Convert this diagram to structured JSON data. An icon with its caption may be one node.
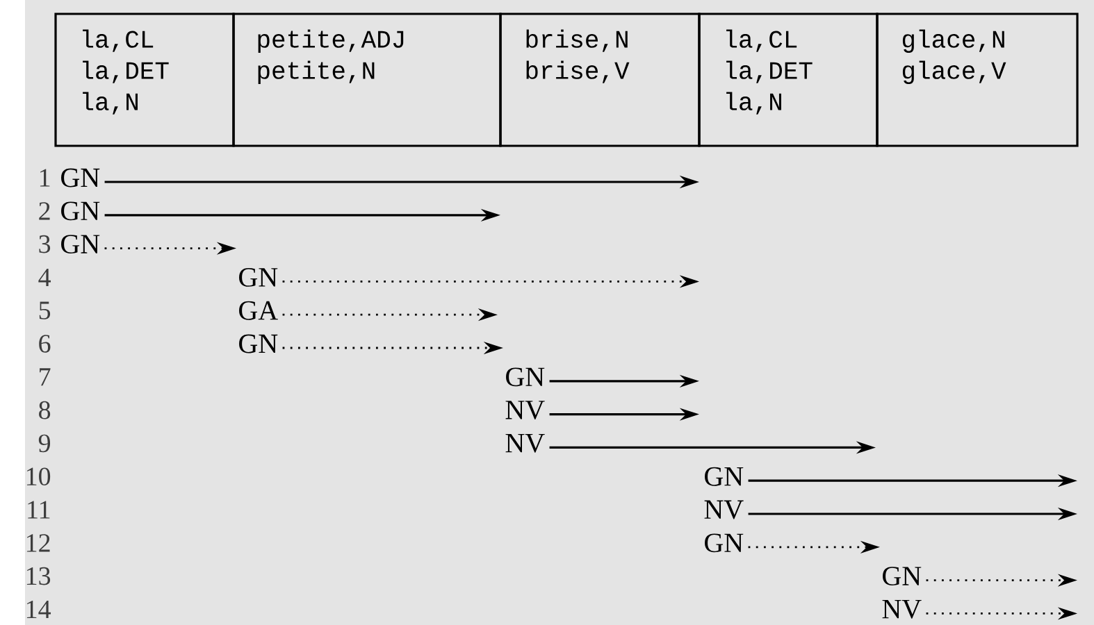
{
  "diagram": {
    "nodes": [
      {
        "text": [
          "la,CL",
          "la,DET",
          "la,N"
        ]
      },
      {
        "text": [
          "petite,ADJ",
          "petite,N"
        ]
      },
      {
        "text": [
          "brise,N",
          "brise,V"
        ]
      },
      {
        "text": [
          "la,CL",
          "la,DET",
          "la,N"
        ]
      },
      {
        "text": [
          "glace,N",
          "glace,V"
        ]
      },
      {
        "text": [
          "GN"
        ]
      },
      {
        "text": [
          "GN"
        ]
      },
      {
        "text": [
          "GN"
        ]
      },
      {
        "text": [
          "GN"
        ]
      },
      {
        "text": [
          "GA"
        ]
      },
      {
        "text": [
          "GN"
        ]
      },
      {
        "text": [
          "GN"
        ]
      },
      {
        "text": [
          "NV"
        ]
      },
      {
        "text": [
          "NV"
        ]
      },
      {
        "text": [
          "GN"
        ]
      },
      {
        "text": [
          "NV"
        ]
      },
      {
        "text": [
          "GN"
        ]
      },
      {
        "text": [
          "GN"
        ]
      },
      {
        "text": [
          "NV"
        ]
      }
    ],
    "edges": [
      {
        "from": 5,
        "to": null,
        "arrow": "to"
      },
      {
        "from": 6,
        "to": null,
        "arrow": "to"
      },
      {
        "from": 7,
        "to": 8,
        "arrow": "to",
        "style": "dashed"
      },
      {
        "from": 8,
        "to": null,
        "arrow": "to",
        "style": "dashed"
      },
      {
        "from": 9,
        "to": null,
        "arrow": "to",
        "style": "dashed"
      },
      {
        "from": 10,
        "to": 11,
        "arrow": "to",
        "style": "dashed"
      },
      {
        "from": 11,
        "to": null,
        "arrow": "to"
      },
      {
        "from": 12,
        "to": null,
        "arrow": "to"
      },
      {
        "from": 13,
        "to": null,
        "arrow": "to"
      },
      {
        "from": 14,
        "to": null,
        "arrow": "to"
      },
      {
        "from": 15,
        "to": null,
        "arrow": "to"
      },
      {
        "from": 16,
        "to": 17,
        "arrow": "to",
        "style": "dashed"
      },
      {
        "from": 17,
        "to": null,
        "arrow": "to",
        "style": "dashed"
      },
      {
        "from": 18,
        "to": null,
        "arrow": "to",
        "style": "dashed"
      }
    ],
    "labels": [
      "1",
      "2",
      "3",
      "4",
      "5",
      "6",
      "7",
      "8",
      "9",
      "10",
      "11",
      "12",
      "13",
      "14"
    ]
  }
}
